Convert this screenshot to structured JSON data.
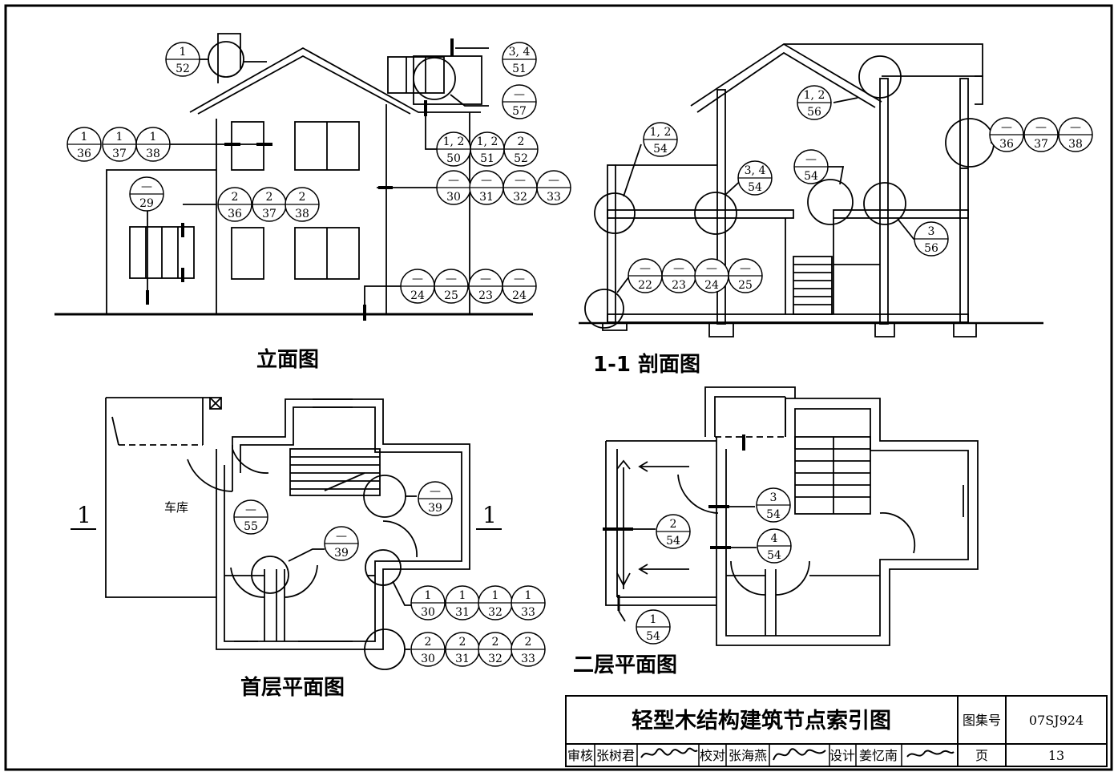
{
  "views": {
    "elevation": "立面图",
    "section": "1-1 剖面图",
    "ground_plan": "首层平面图",
    "second_plan": "二层平面图"
  },
  "room_labels": {
    "garage": "车库"
  },
  "section_markers": {
    "left": "1",
    "right": "1"
  },
  "title_block": {
    "drawing_title": "轻型木结构建筑节点索引图",
    "atlas_label": "图集号",
    "atlas_no": "07SJ924",
    "review_label": "审核",
    "reviewer": "张树君",
    "check_label": "校对",
    "checker": "张海燕",
    "design_label": "设计",
    "designer": "姜忆南",
    "page_label": "页",
    "page_no": "13"
  },
  "callouts": {
    "e_1_52": {
      "top": "1",
      "bottom": "52"
    },
    "e_34_51": {
      "top": "3, 4",
      "bottom": "51"
    },
    "e_dash_57": {
      "top": "—",
      "bottom": "57"
    },
    "e_1_36": {
      "top": "1",
      "bottom": "36"
    },
    "e_1_37": {
      "top": "1",
      "bottom": "37"
    },
    "e_1_38": {
      "top": "1",
      "bottom": "38"
    },
    "e_12_50": {
      "top": "1, 2",
      "bottom": "50"
    },
    "e_12_51": {
      "top": "1, 2",
      "bottom": "51"
    },
    "e_2_52": {
      "top": "2",
      "bottom": "52"
    },
    "e_dash_29": {
      "top": "—",
      "bottom": "29"
    },
    "e_2_36": {
      "top": "2",
      "bottom": "36"
    },
    "e_2_37": {
      "top": "2",
      "bottom": "37"
    },
    "e_2_38": {
      "top": "2",
      "bottom": "38"
    },
    "e_dash_30": {
      "top": "—",
      "bottom": "30"
    },
    "e_dash_31": {
      "top": "—",
      "bottom": "31"
    },
    "e_dash_32": {
      "top": "—",
      "bottom": "32"
    },
    "e_dash_33": {
      "top": "—",
      "bottom": "33"
    },
    "e_dash_24a": {
      "top": "—",
      "bottom": "24"
    },
    "e_dash_25": {
      "top": "—",
      "bottom": "25"
    },
    "e_dash_23": {
      "top": "—",
      "bottom": "23"
    },
    "e_dash_24b": {
      "top": "—",
      "bottom": "24"
    },
    "s_12_56": {
      "top": "1, 2",
      "bottom": "56"
    },
    "s_dash_36": {
      "top": "—",
      "bottom": "36"
    },
    "s_dash_37": {
      "top": "—",
      "bottom": "37"
    },
    "s_dash_38": {
      "top": "—",
      "bottom": "38"
    },
    "s_12_54": {
      "top": "1, 2",
      "bottom": "54"
    },
    "s_34_54": {
      "top": "3, 4",
      "bottom": "54"
    },
    "s_dash_54": {
      "top": "—",
      "bottom": "54"
    },
    "s_3_56": {
      "top": "3",
      "bottom": "56"
    },
    "s_dash_22": {
      "top": "—",
      "bottom": "22"
    },
    "s_dash_23": {
      "top": "—",
      "bottom": "23"
    },
    "s_dash_24": {
      "top": "—",
      "bottom": "24"
    },
    "s_dash_25": {
      "top": "—",
      "bottom": "25"
    },
    "g_dash_39a": {
      "top": "—",
      "bottom": "39"
    },
    "g_dash_55": {
      "top": "—",
      "bottom": "55"
    },
    "g_dash_39b": {
      "top": "—",
      "bottom": "39"
    },
    "g_1_30": {
      "top": "1",
      "bottom": "30"
    },
    "g_1_31": {
      "top": "1",
      "bottom": "31"
    },
    "g_1_32": {
      "top": "1",
      "bottom": "32"
    },
    "g_1_33": {
      "top": "1",
      "bottom": "33"
    },
    "g_2_30": {
      "top": "2",
      "bottom": "30"
    },
    "g_2_31": {
      "top": "2",
      "bottom": "31"
    },
    "g_2_32": {
      "top": "2",
      "bottom": "32"
    },
    "g_2_33": {
      "top": "2",
      "bottom": "33"
    },
    "f_3_54": {
      "top": "3",
      "bottom": "54"
    },
    "f_2_54": {
      "top": "2",
      "bottom": "54"
    },
    "f_4_54": {
      "top": "4",
      "bottom": "54"
    },
    "f_1_54": {
      "top": "1",
      "bottom": "54"
    }
  }
}
